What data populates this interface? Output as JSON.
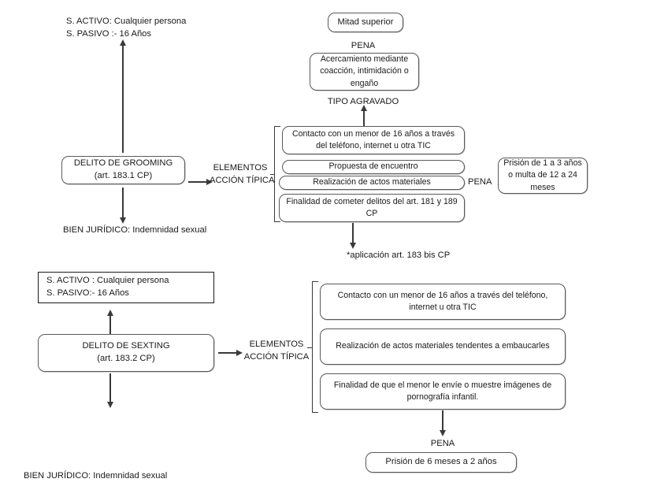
{
  "diagram": {
    "title": "Esquema de los delitos de grooming y sexting",
    "sections": {
      "grooming": {
        "subjects": "S. ACTIVO: Cualquier persona\nS. PASIVO :- 16 Años",
        "crime_box": "DELITO DE GROOMING\n(art. 183.1 CP)",
        "legal_good": "BIEN JURÍDICO: Indemnidad sexual",
        "elements_label": "ELEMENTOS\nACCIÓN TÍPICA",
        "elements": [
          "Contacto con un menor de 16 años a través del teléfono, internet u otra TIC",
          "Propuesta de encuentro",
          "Realización de actos materiales",
          "Finalidad de cometer delitos del art. 181 y 189 CP"
        ],
        "penalty_label": "PENA",
        "penalty_box": "Prisión de 1 a 3 años o multa de 12 a 24 meses",
        "aggravated_label": "TIPO AGRAVADO",
        "aggravated_box": "Acercamiento mediante coacción, intimidación o engaño",
        "aggravated_penalty_label": "PENA",
        "aggravated_penalty_box": "Mitad superior",
        "footnote": "*aplicación art. 183 bis CP"
      },
      "sexting": {
        "subjects": "S. ACTIVO : Cualquier persona\nS. PASIVO:- 16 Años",
        "crime_box": "DELITO DE SEXTING\n(art. 183.2 CP)",
        "legal_good": "BIEN JURÍDICO: Indemnidad sexual",
        "elements_label": "ELEMENTOS\nACCIÓN TÍPICA",
        "elements": [
          "Contacto con un menor de 16 años a través del teléfono, internet u otra TIC",
          "Realización de actos materiales tendentes a embaucarles",
          "Finalidad de que el menor le envíe o muestre imágenes de pornografía infantil."
        ],
        "penalty_label": "PENA",
        "penalty_box": "Prisión de 6 meses a 2 años"
      }
    },
    "colors": {
      "stroke": "#5a5a5a",
      "line": "#3a3a3a",
      "text": "#1a1a1a",
      "background": "#ffffff"
    }
  }
}
